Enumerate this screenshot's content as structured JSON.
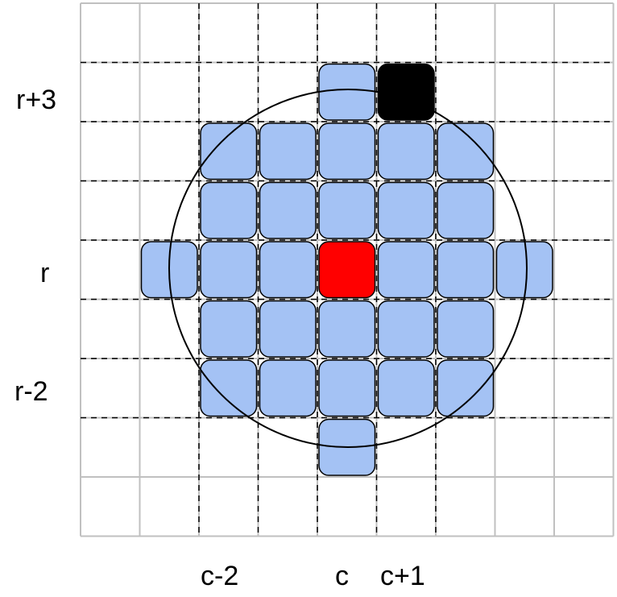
{
  "row_labels": {
    "r_plus_3": "r+3",
    "r": "r",
    "r_minus_2": "r-2"
  },
  "col_labels": {
    "c_minus_2": "c-2",
    "c": "c",
    "c_plus_1": "c+1"
  },
  "grid": {
    "columns": 9,
    "rows": 9,
    "center_cell": {
      "row": 4,
      "col": 4
    },
    "cells": [
      {
        "row": 1,
        "col": 4,
        "state": "blue"
      },
      {
        "row": 1,
        "col": 5,
        "state": "black"
      },
      {
        "row": 2,
        "col": 2,
        "state": "blue"
      },
      {
        "row": 2,
        "col": 3,
        "state": "blue"
      },
      {
        "row": 2,
        "col": 4,
        "state": "blue"
      },
      {
        "row": 2,
        "col": 5,
        "state": "blue"
      },
      {
        "row": 2,
        "col": 6,
        "state": "blue"
      },
      {
        "row": 3,
        "col": 2,
        "state": "blue"
      },
      {
        "row": 3,
        "col": 3,
        "state": "blue"
      },
      {
        "row": 3,
        "col": 4,
        "state": "blue"
      },
      {
        "row": 3,
        "col": 5,
        "state": "blue"
      },
      {
        "row": 3,
        "col": 6,
        "state": "blue"
      },
      {
        "row": 4,
        "col": 1,
        "state": "blue"
      },
      {
        "row": 4,
        "col": 2,
        "state": "blue"
      },
      {
        "row": 4,
        "col": 3,
        "state": "blue"
      },
      {
        "row": 4,
        "col": 4,
        "state": "red"
      },
      {
        "row": 4,
        "col": 5,
        "state": "blue"
      },
      {
        "row": 4,
        "col": 6,
        "state": "blue"
      },
      {
        "row": 4,
        "col": 7,
        "state": "blue"
      },
      {
        "row": 5,
        "col": 2,
        "state": "blue"
      },
      {
        "row": 5,
        "col": 3,
        "state": "blue"
      },
      {
        "row": 5,
        "col": 4,
        "state": "blue"
      },
      {
        "row": 5,
        "col": 5,
        "state": "blue"
      },
      {
        "row": 5,
        "col": 6,
        "state": "blue"
      },
      {
        "row": 6,
        "col": 2,
        "state": "blue"
      },
      {
        "row": 6,
        "col": 3,
        "state": "blue"
      },
      {
        "row": 6,
        "col": 4,
        "state": "blue"
      },
      {
        "row": 6,
        "col": 5,
        "state": "blue"
      },
      {
        "row": 6,
        "col": 6,
        "state": "blue"
      },
      {
        "row": 7,
        "col": 4,
        "state": "blue"
      }
    ]
  },
  "colors": {
    "blue": "#a4c2f4",
    "red": "#ff0000",
    "black": "#000000",
    "grid_line": "#c0c0c0",
    "dashed_line": "#000000",
    "circle": "#000000"
  }
}
